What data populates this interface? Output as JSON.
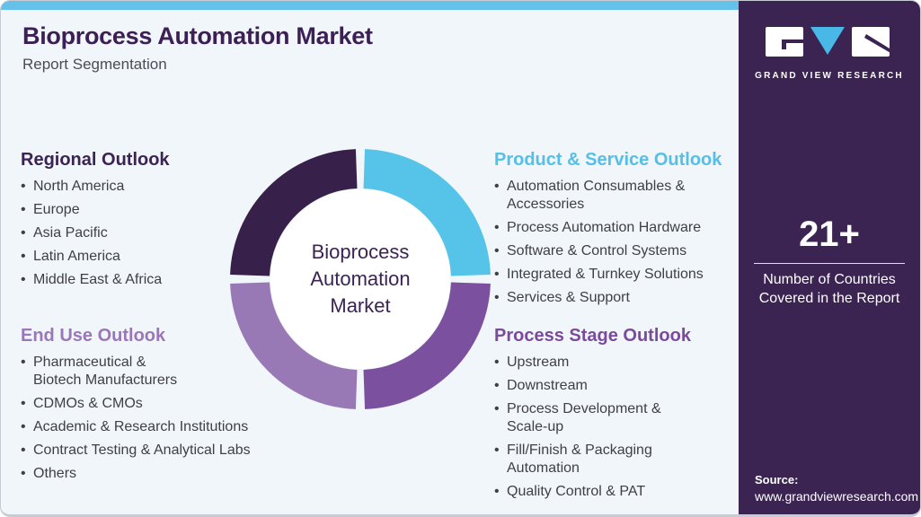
{
  "header": {
    "title": "Bioprocess Automation Market",
    "subtitle": "Report Segmentation"
  },
  "brand": {
    "name": "GRAND VIEW RESEARCH",
    "logo_icon": "gvr-logo",
    "logo_v_color": "#49b8e6",
    "logo_block_color": "#ffffff"
  },
  "colors": {
    "top_bar": "#66c1ea",
    "card_bg": "#f1f6fa",
    "sidebar_bg": "#3b2352",
    "body_text": "#3f3f47"
  },
  "donut": {
    "center_lines": [
      "Bioprocess",
      "Automation",
      "Market"
    ],
    "inner_color": "#ffffff",
    "segments": [
      {
        "name": "product-service",
        "color": "#56c3e9",
        "start": 2,
        "end": 88
      },
      {
        "name": "process-stage",
        "color": "#7b509f",
        "start": 92,
        "end": 178
      },
      {
        "name": "end-use",
        "color": "#9879b6",
        "start": 182,
        "end": 268
      },
      {
        "name": "regional",
        "color": "#37214b",
        "start": 272,
        "end": 358
      }
    ]
  },
  "sections": [
    {
      "title": "Regional Outlook",
      "accent": "#3b2353",
      "items": [
        "North America",
        "Europe",
        "Asia Pacific",
        "Latin America",
        "Middle East & Africa"
      ]
    },
    {
      "title": "Product & Service Outlook",
      "accent": "#55bfe8",
      "items": [
        "Automation Consumables &\nAccessories",
        "Process Automation Hardware",
        "Software & Control Systems",
        "Integrated & Turnkey Solutions",
        "Services & Support"
      ]
    },
    {
      "title": "End Use Outlook",
      "accent": "#9a77b8",
      "items": [
        "Pharmaceutical &\nBiotech Manufacturers",
        "CDMOs & CMOs",
        "Academic & Research Institutions",
        "Contract Testing & Analytical Labs",
        "Others"
      ]
    },
    {
      "title": "Process Stage Outlook",
      "accent": "#7a4a9c",
      "items": [
        "Upstream",
        "Downstream",
        "Process Development &\nScale-up",
        "Fill/Finish & Packaging\nAutomation",
        "Quality Control & PAT"
      ]
    }
  ],
  "sidebar": {
    "stat_value": "21+",
    "stat_label": "Number of Countries Covered in the Report",
    "source_label": "Source:",
    "source_url": "www.grandviewresearch.com"
  }
}
